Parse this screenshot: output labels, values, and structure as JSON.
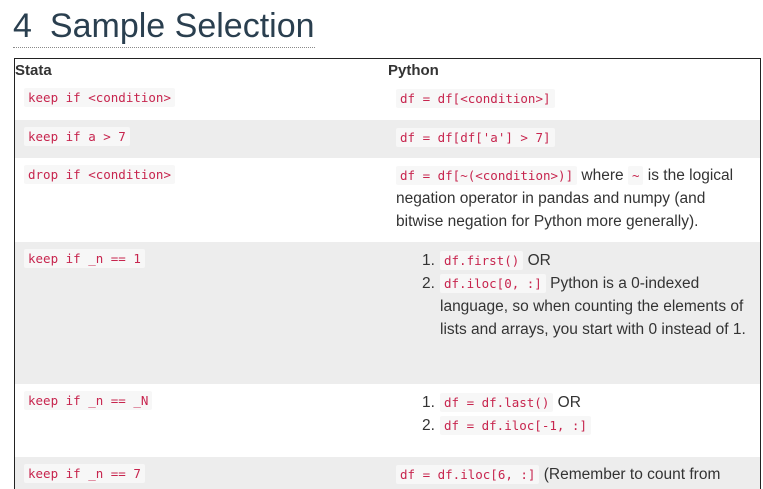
{
  "section": {
    "number": "4",
    "title": "Sample Selection"
  },
  "table": {
    "headers": {
      "stata": "Stata",
      "python": "Python"
    },
    "rows": [
      {
        "stata": "keep if <condition>",
        "python_code": "df = df[<condition>]"
      },
      {
        "stata": "keep if a > 7",
        "python_code": "df = df[df['a'] > 7]"
      },
      {
        "stata": "drop if <condition>",
        "python_code": "df = df[~(<condition>)]",
        "python_text_1": " where ",
        "python_code_2": "~",
        "python_text_2": " is the logical negation operator in pandas and numpy (and bitwise negation for Python more generally)."
      },
      {
        "stata": "keep if _n == 1",
        "items": [
          {
            "num": "1.",
            "code": "df.first()",
            "text": " OR"
          },
          {
            "num": "2.",
            "code": "df.iloc[0, :]",
            "text": " Python is a 0-indexed language, so when counting the elements of lists and arrays, you start with 0 instead of 1."
          }
        ]
      },
      {
        "stata": "keep if _n == _N",
        "items": [
          {
            "num": "1.",
            "code": "df = df.last()",
            "text": " OR"
          },
          {
            "num": "2.",
            "code": "df = df.iloc[-1, :]",
            "text": ""
          }
        ]
      },
      {
        "stata": "keep if _n == 7",
        "python_code": "df = df.iloc[6, :]",
        "python_text_1": " (Remember to count from"
      }
    ]
  }
}
